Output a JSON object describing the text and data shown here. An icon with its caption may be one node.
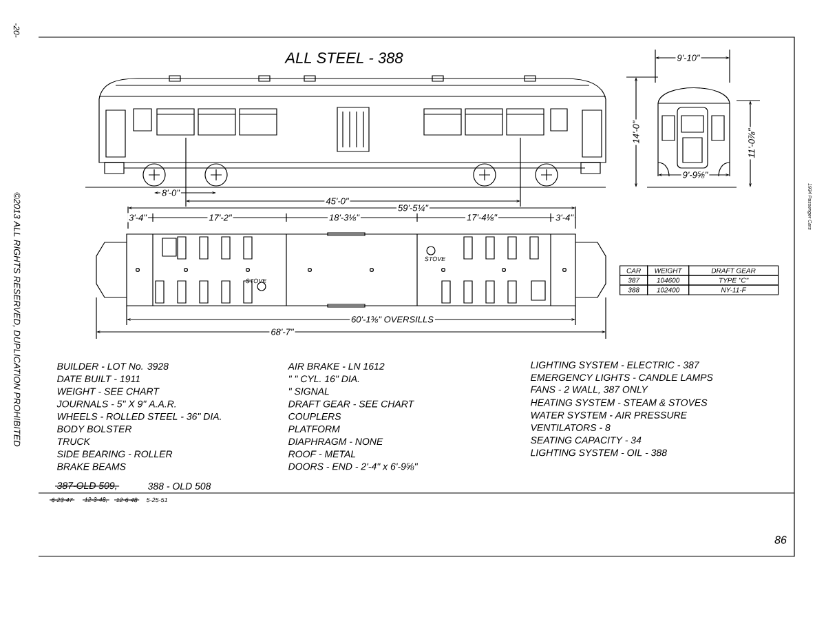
{
  "diagram": {
    "title": "ALL STEEL - 388",
    "labels": [
      "9'-10\"",
      "14'-0\"",
      "11'-0⅞\"",
      "9'-9⅝\"",
      "8'-0\"",
      "45'-0\"",
      "59'-5¼\"",
      "3'-4\"",
      "17'-2\"",
      "18'-3⅛\"",
      "17'-4⅛\"",
      "3'-4\"",
      "STOVE",
      "STOVE",
      "CAR",
      "WEIGHT",
      "DRAFT GEAR",
      "387",
      "104600",
      "TYPE \"C\"",
      "388",
      "102400",
      "NY-11-F",
      "60'-1⅜\" OVERSILLS",
      "68'-7\"",
      "BUILDER - LOT No. 3928",
      "DATE BUILT - 1911",
      "WEIGHT - SEE CHART",
      "JOURNALS - 5\" X 9\" A.A.R.",
      "WHEELS - ROLLED STEEL - 36\" DIA.",
      "BODY BOLSTER",
      "TRUCK",
      "SIDE BEARING - ROLLER",
      "BRAKE BEAMS",
      "AIR BRAKE - LN 1612",
      "\"      \"     CYL. 16\" DIA.",
      "\"   SIGNAL",
      "DRAFT GEAR - SEE CHART",
      "COUPLERS",
      "PLATFORM",
      "DIAPHRAGM - NONE",
      "ROOF  -  METAL",
      "DOORS - END - 2'-4\" x 6'-9⅝\"",
      "LIGHTING SYSTEM - ELECTRIC - 387",
      "EMERGENCY LIGHTS - CANDLE LAMPS",
      "FANS - 2 WALL, 387 ONLY",
      "HEATING SYSTEM - STEAM & STOVES",
      "WATER SYSTEM - AIR PRESSURE",
      "VENTILATORS - 8",
      "SEATING CAPACITY - 34",
      "LIGHTING SYSTEM - OIL - 388",
      "387-OLD 509,",
      "388 - OLD 508",
      "6-23-47",
      "12-3-48,",
      "12-6-48",
      "5-25-51",
      "86",
      "-20-",
      "©2013 ALL RIGHTS RESERVED, DUPLICATION PROHIBITED",
      "1934 Passenger Cars"
    ]
  }
}
